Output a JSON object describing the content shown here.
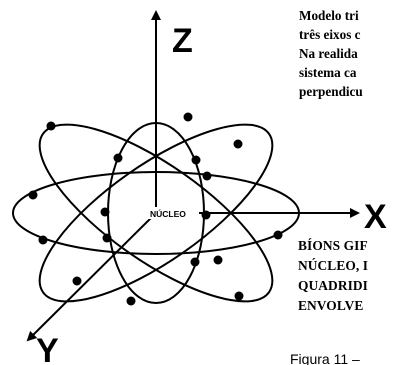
{
  "diagram": {
    "axes": {
      "z_label": "Z",
      "x_label": "X",
      "y_label": "Y"
    },
    "nucleus_label": "NÚCLEO"
  },
  "top_caption": {
    "lines": [
      "Modelo tri",
      "três eixos c",
      "Na realida",
      "sistema ca",
      "perpendicu"
    ]
  },
  "bions_caption": {
    "lines": [
      "BÍONS GIF",
      "NÚCLEO, I",
      "QUADRIDI",
      "ENVOLVE"
    ]
  },
  "bottom_text": "Figura 11 –",
  "colors": {
    "ink": "#000000",
    "background": "#ffffff"
  }
}
